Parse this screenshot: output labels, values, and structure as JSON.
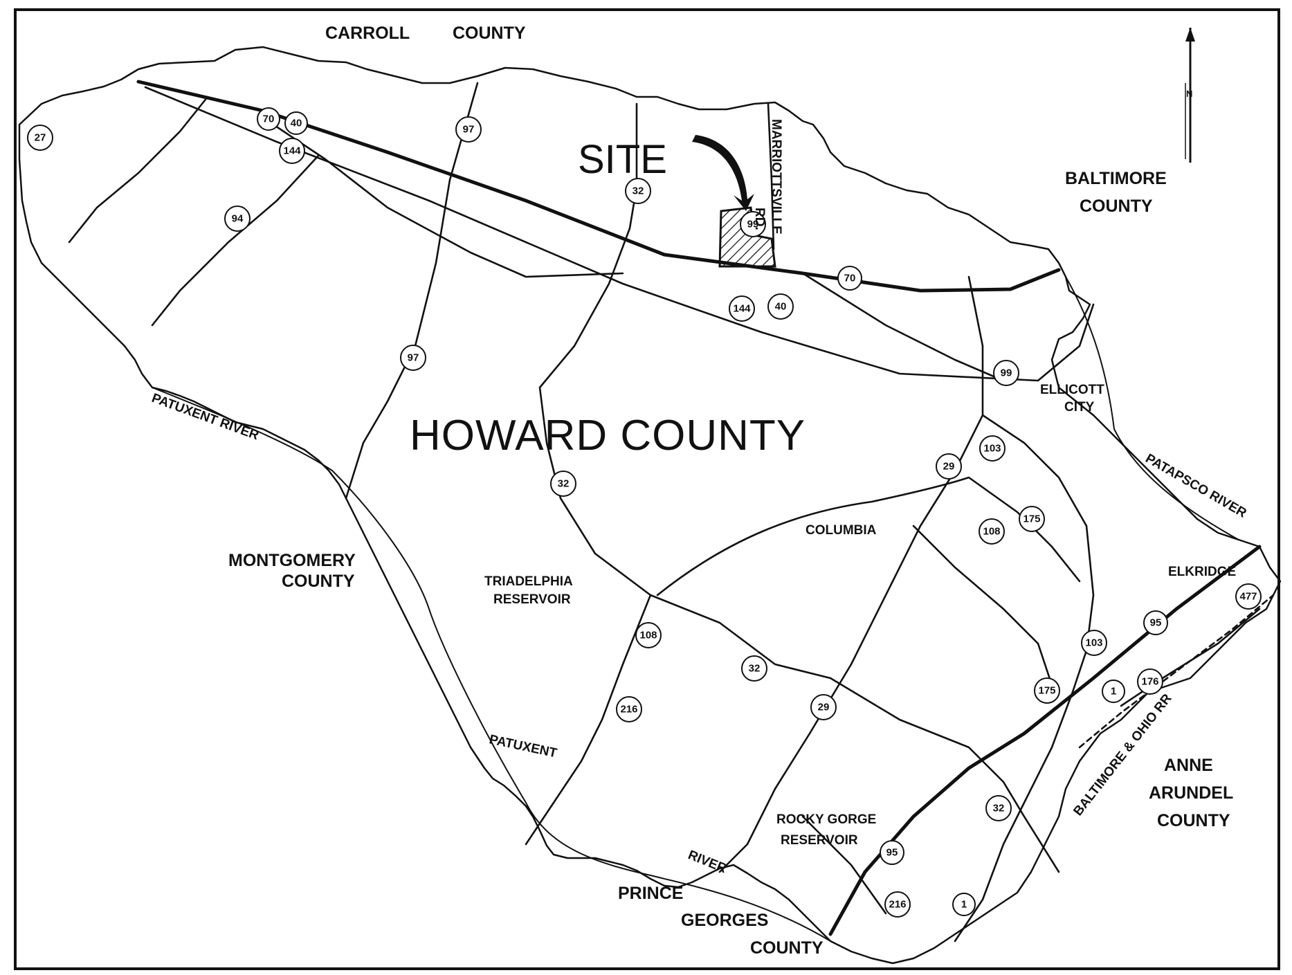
{
  "map": {
    "site_label": "SITE",
    "county_title": "HOWARD COUNTY",
    "north_label": "N",
    "county_labels": {
      "carroll_1": "CARROLL",
      "carroll_2": "COUNTY",
      "baltimore_1": "BALTIMORE",
      "baltimore_2": "COUNTY",
      "montgomery_1": "MONTGOMERY",
      "montgomery_2": "COUNTY",
      "anne_arundel_1": "ANNE",
      "anne_arundel_2": "ARUNDEL",
      "anne_arundel_3": "COUNTY",
      "prince_georges_1": "PRINCE",
      "prince_georges_2": "GEORGES",
      "prince_georges_3": "COUNTY"
    },
    "place_labels": {
      "ellicott_1": "ELLICOTT",
      "ellicott_2": "CITY",
      "columbia": "COLUMBIA",
      "elkridge": "ELKRIDGE",
      "triadelphia_1": "TRIADELPHIA",
      "triadelphia_2": "RESERVOIR",
      "rocky_gorge_1": "ROCKY GORGE",
      "rocky_gorge_2": "RESERVOIR",
      "marriottsville": "MARRIOTTSVILLE",
      "rd": "RD."
    },
    "water_labels": {
      "patuxent_river": "PATUXENT RIVER",
      "patapsco_river": "PATAPSCO RIVER",
      "patuxent_lower": "PATUXENT",
      "river_lower": "RIVER"
    },
    "rail_label": "BALTIMORE & OHIO RR",
    "route_shields": [
      "27",
      "70",
      "40",
      "144",
      "94",
      "97",
      "32",
      "99",
      "70",
      "144",
      "40",
      "97",
      "99",
      "103",
      "29",
      "32",
      "175",
      "108",
      "103",
      "477",
      "95",
      "108",
      "32",
      "29",
      "175",
      "1",
      "176",
      "216",
      "32",
      "95",
      "216",
      "1"
    ]
  }
}
